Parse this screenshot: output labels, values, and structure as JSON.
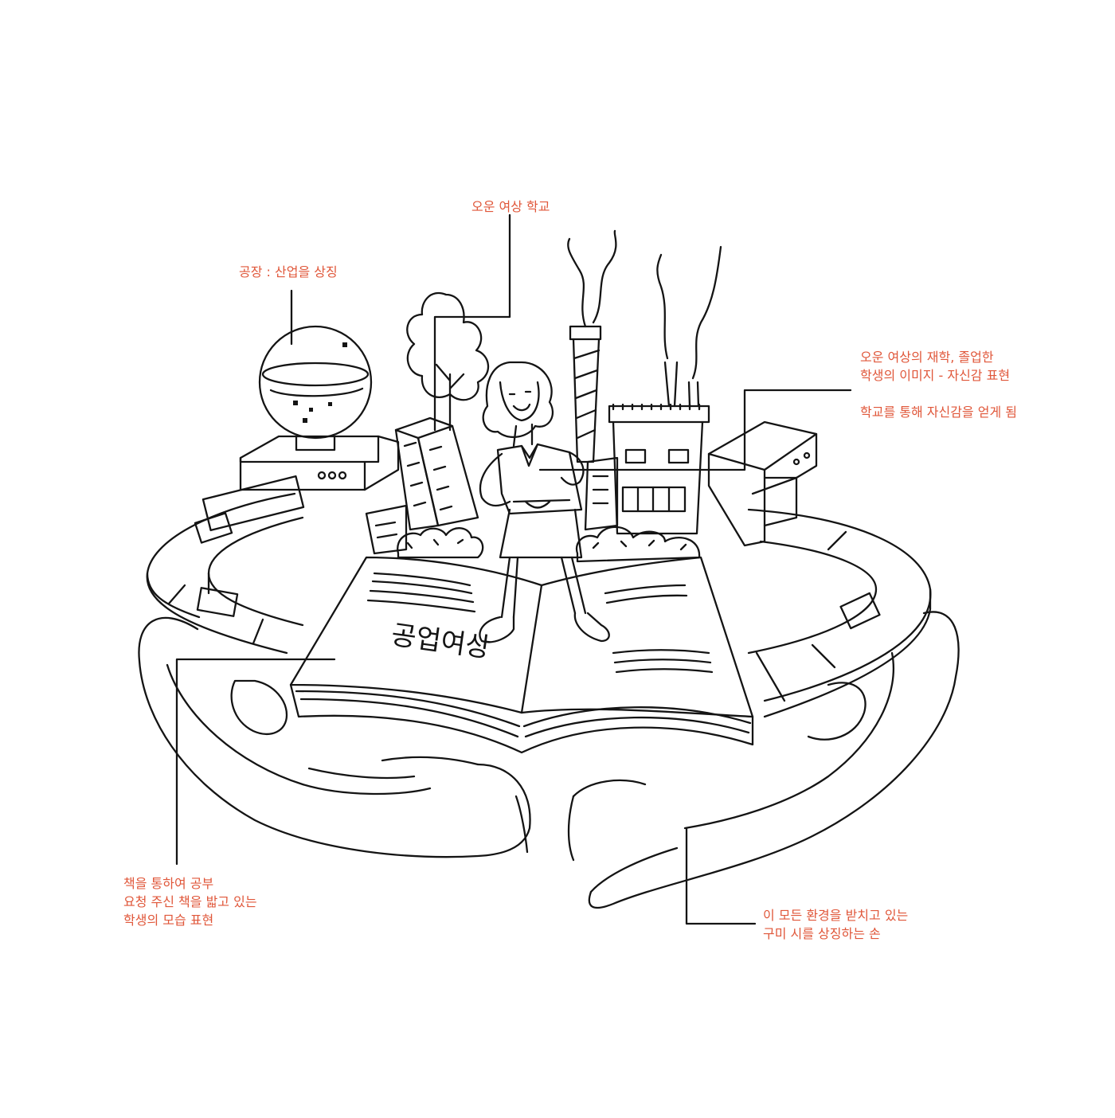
{
  "illustration": {
    "book_cover_lettering": "공업여상",
    "accent_color": "#e0573a",
    "ink_color": "#141414"
  },
  "annotations": {
    "factory": "공장 : 산업을 상징",
    "school": "오운 여상 학교",
    "student": "오운 여상의 재학, 졸업한\n학생의 이미지 - 자신감 표현\n\n학교를 통해 자신감을 얻게 됨",
    "book": "책을 통하여 공부\n요청 주신 책을 밟고 있는\n학생의 모습 표현",
    "hands": "이 모든  환경을 받치고 있는\n구미 시를 상징하는 손"
  }
}
